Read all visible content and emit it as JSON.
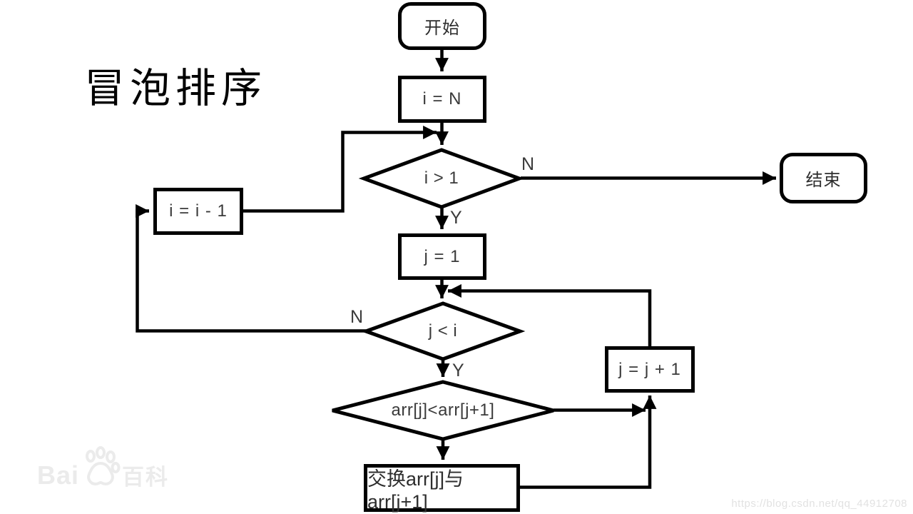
{
  "title": {
    "text": "冒泡排序"
  },
  "flowchart": {
    "stroke_color": "#000000",
    "node_text_color": "#3a3a3a",
    "nodes": {
      "start": "开始",
      "set_i": "i = N",
      "check_i": "i > 1",
      "end": "结束",
      "set_j": "j = 1",
      "check_j": "j < i",
      "dec_i": "i = i - 1",
      "check_arr": "arr[j]<arr[j+1]",
      "inc_j": "j = j + 1",
      "swap": "交换arr[j]与arr[j+1]"
    },
    "branch_labels": {
      "check_i_no": "N",
      "check_i_yes": "Y",
      "check_j_no": "N",
      "check_j_yes": "Y"
    }
  },
  "watermarks": {
    "baidu": {
      "prefix": "Bai",
      "suffix": "百科",
      "color": "#ebebeb"
    },
    "csdn": {
      "url": "https://blog.csdn.net/qq_44912708",
      "color": "#e2e2e2"
    }
  }
}
